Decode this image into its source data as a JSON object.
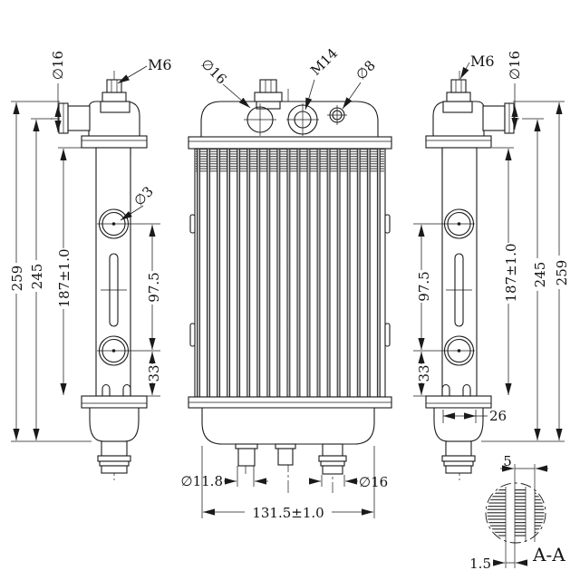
{
  "left_view": {
    "m6_label": "M6",
    "fitting_dia": "∅16",
    "hole_dia": "∅3",
    "overall_height": "259",
    "height_to_fitting": "245",
    "core_height": "187±1.0",
    "hole_spacing": "97.5",
    "hole_to_flange": "33"
  },
  "front_view": {
    "inlet_dia": "∅16",
    "cap_thread": "M14",
    "overflow_dia": "∅8",
    "stub_dia": "∅11.8",
    "outlet_dia": "∅16",
    "overall_width": "131.5±1.0"
  },
  "right_view": {
    "m6_label": "M6",
    "fitting_dia": "∅16",
    "hole_spacing": "97.5",
    "hole_to_flange": "33",
    "core_height": "187±1.0",
    "height_to_fitting": "245",
    "overall_height": "259",
    "tank_width": "26"
  },
  "section_aa": {
    "label": "A-A",
    "tube_pitch": "5",
    "tube_wall": "1.5"
  },
  "colors": {
    "line": "#1a1a1a",
    "background": "#ffffff",
    "fin_gray": "#4a4a4a"
  }
}
